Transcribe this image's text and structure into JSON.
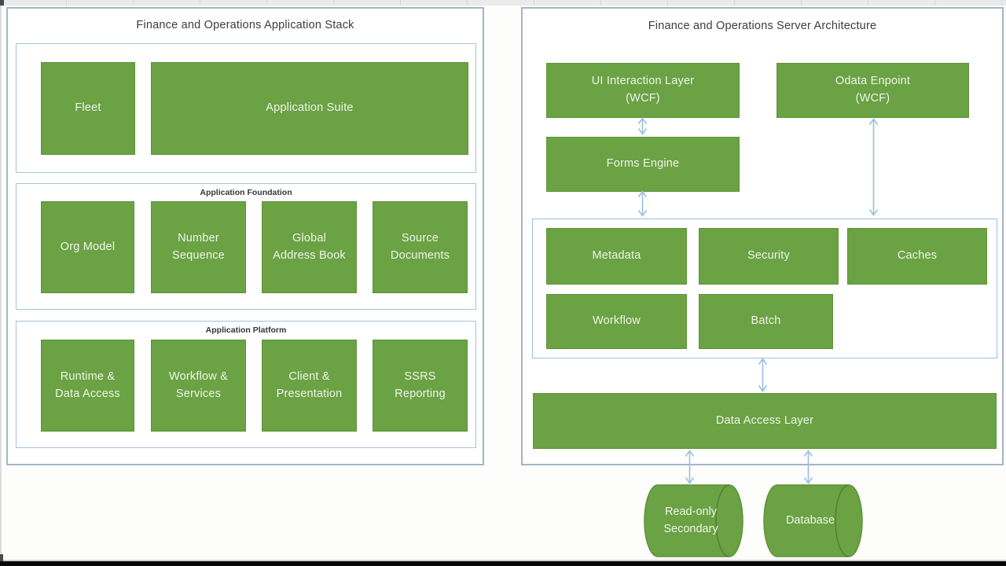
{
  "left_panel": {
    "title": "Finance and Operations Application Stack",
    "suite_section": {
      "fleet": "Fleet",
      "application_suite": "Application Suite"
    },
    "foundation_section": {
      "label": "Application Foundation",
      "boxes": [
        {
          "lines": [
            "Org Model",
            ""
          ]
        },
        {
          "lines": [
            "Number",
            "Sequence"
          ]
        },
        {
          "lines": [
            "Global",
            "Address Book"
          ]
        },
        {
          "lines": [
            "Source",
            "Documents"
          ]
        }
      ]
    },
    "platform_section": {
      "label": "Application Platform",
      "boxes": [
        {
          "lines": [
            "Runtime &",
            "Data Access"
          ]
        },
        {
          "lines": [
            "Workflow &",
            "Services"
          ]
        },
        {
          "lines": [
            "Client &",
            "Presentation"
          ]
        },
        {
          "lines": [
            "SSRS",
            "Reporting"
          ]
        }
      ]
    }
  },
  "right_panel": {
    "title": "Finance and Operations Server Architecture",
    "ui_layer": {
      "lines": [
        "UI Interaction Layer",
        "(WCF)"
      ]
    },
    "odata_endpoint": {
      "lines": [
        "Odata Enpoint",
        "(WCF)"
      ]
    },
    "forms_engine": "Forms Engine",
    "services": {
      "metadata": "Metadata",
      "security": "Security",
      "caches": "Caches",
      "workflow": "Workflow",
      "batch": "Batch"
    },
    "data_access_layer": "Data Access Layer",
    "databases": {
      "readonly_secondary": {
        "lines": [
          "Read-only",
          "Secondary"
        ]
      },
      "database": "Database"
    }
  },
  "colors": {
    "box_green": "#6aa244",
    "box_border_green": "#5f9339",
    "cylinder_rim_green": "#547f33",
    "panel_border": "#a4b5c6",
    "section_border": "#a9c2da",
    "arrow_blue": "#9cbfdf",
    "box_text": "#f0f4ea",
    "title_text": "#3d3d3d"
  }
}
